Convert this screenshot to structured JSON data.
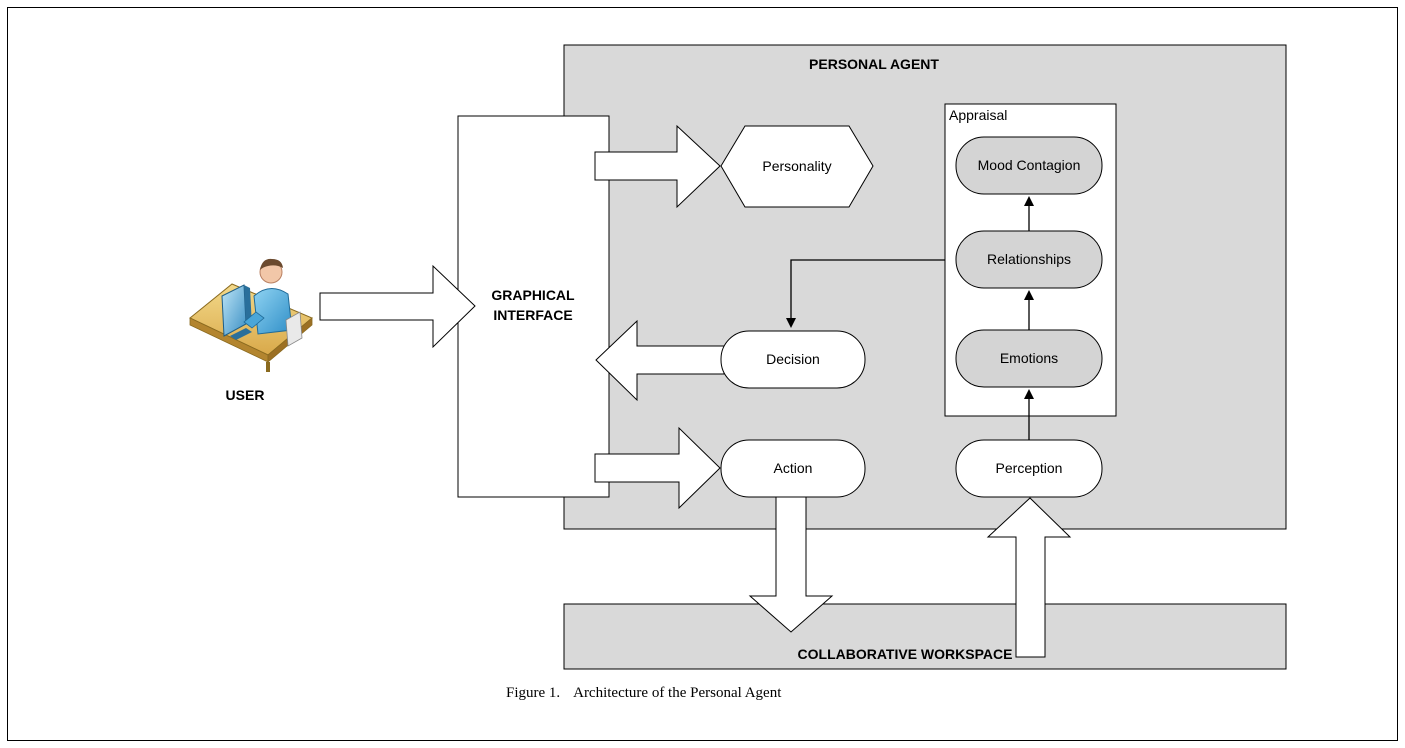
{
  "diagram": {
    "personal_agent_label": "PERSONAL AGENT",
    "workspace_label": "COLLABORATIVE WORKSPACE",
    "graphical_interface_line1": "GRAPHICAL",
    "graphical_interface_line2": "INTERFACE",
    "user_label": "USER",
    "appraisal_label": "Appraisal",
    "nodes": {
      "personality": "Personality",
      "decision": "Decision",
      "action": "Action",
      "perception": "Perception",
      "mood_contagion": "Mood Contagion",
      "relationships": "Relationships",
      "emotions": "Emotions"
    }
  },
  "caption": {
    "number": "Figure 1.",
    "text": "Architecture of the Personal Agent"
  },
  "colors": {
    "panel_gray": "#d9d9d9",
    "node_gray": "#d4d4d4",
    "stroke": "#000000"
  }
}
